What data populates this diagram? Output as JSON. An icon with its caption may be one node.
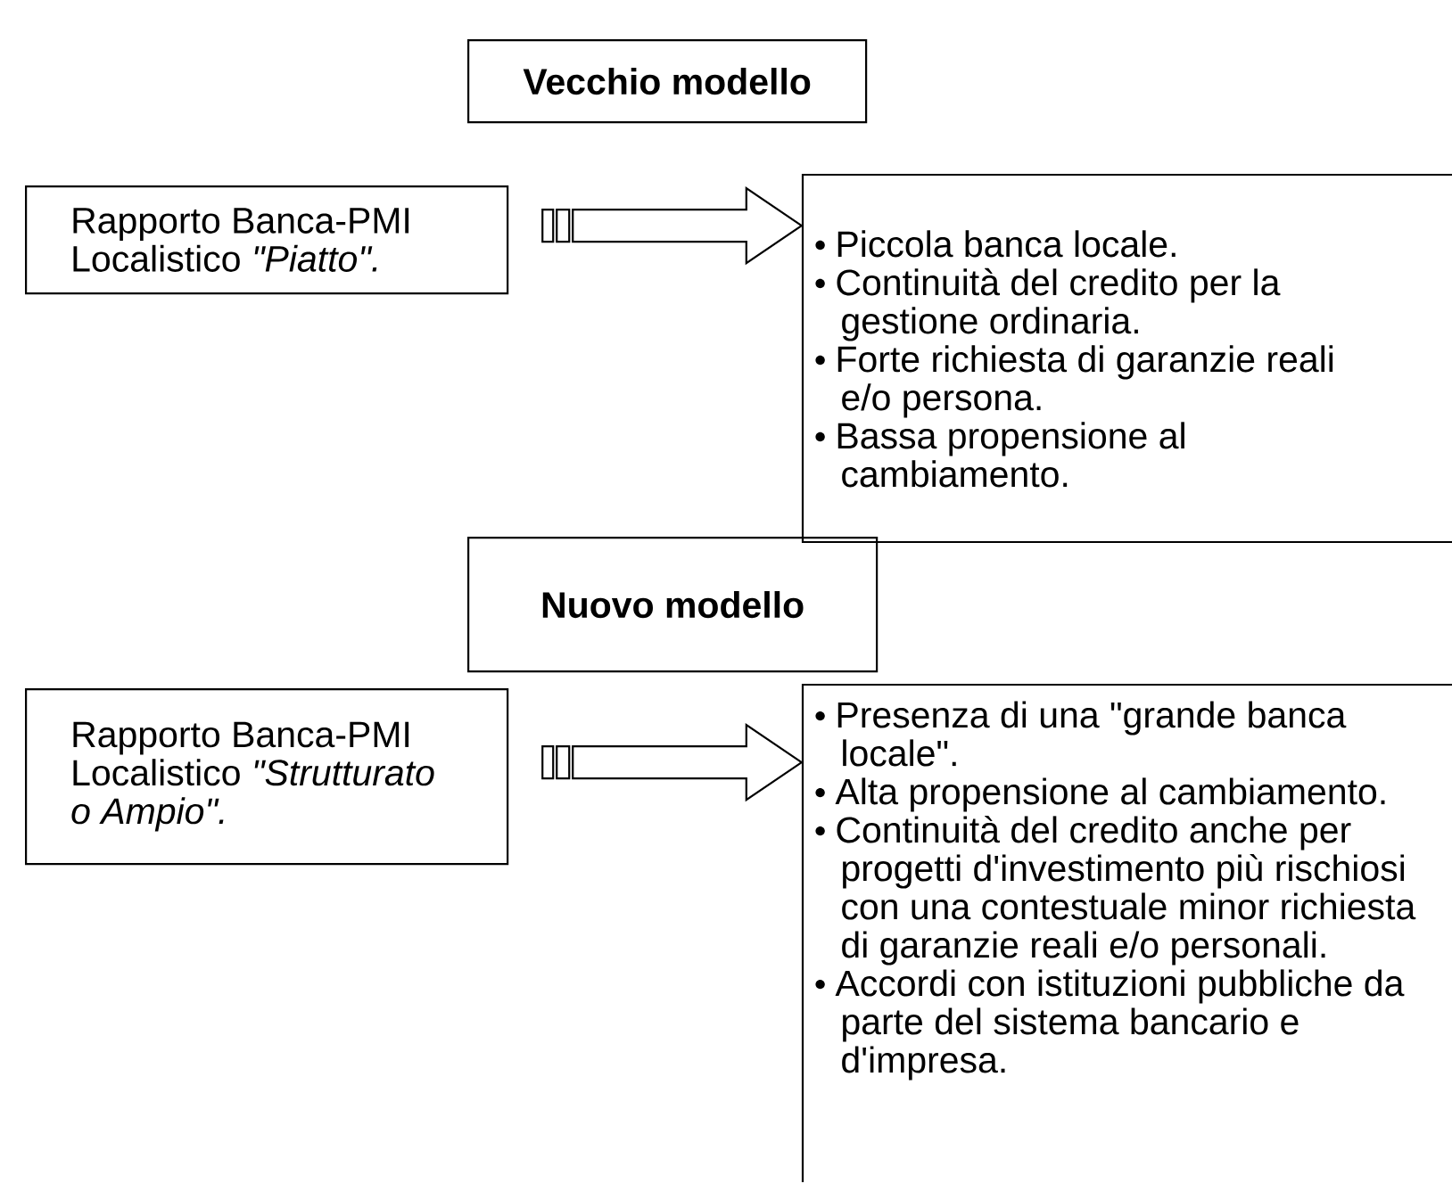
{
  "diagram": {
    "nodes": [
      {
        "text": [
          "Vecchio modello"
        ]
      },
      {
        "text": [
          "Rapporto Banca-PMI Localistico *\"Piatto\".*"
        ]
      },
      {
        "text": [
          "Piccola banca locale.",
          "Continuità del credito per la gestione ordinaria.",
          "Forte richiesta di garanzie reali e/o persona.",
          "Bassa propensione al cambiamento."
        ]
      },
      {
        "text": [
          "Nuovo modello"
        ]
      },
      {
        "text": [
          "Rapporto Banca-PMI Localistico *\"Strutturato o Ampio\".*"
        ]
      },
      {
        "text": [
          "Presenza di una \"grande banca locale\".",
          "Alta propensione al cambiamento.",
          "Continuità del credito anche per progetti d'investimento più rischiosi con una contestuale minor richiesta di garanzie reali e/o personali.",
          "Accordi con istituzioni pubbliche da parte del sistema bancario e d'impresa."
        ]
      }
    ],
    "edges": [
      {
        "from": 1,
        "to": 2,
        "arrow": "to"
      },
      {
        "from": 4,
        "to": 5,
        "arrow": "to"
      }
    ]
  }
}
